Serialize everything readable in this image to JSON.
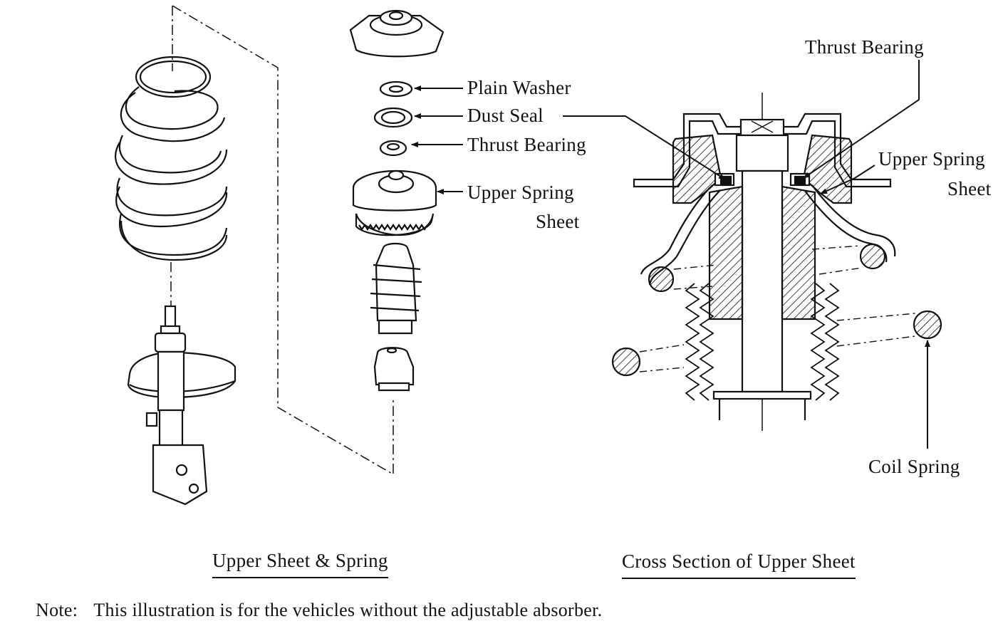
{
  "left_labels": {
    "plain_washer": "Plain Washer",
    "dust_seal": "Dust Seal",
    "thrust_bearing": "Thrust Bearing",
    "upper_spring_line1": "Upper Spring",
    "upper_spring_line2": "Sheet"
  },
  "right_labels": {
    "thrust_bearing": "Thrust Bearing",
    "upper_spring_line1": "Upper Spring",
    "upper_spring_line2": "Sheet",
    "coil_spring": "Coil Spring"
  },
  "captions": {
    "left": "Upper Sheet & Spring",
    "right": "Cross Section of Upper Sheet"
  },
  "note": {
    "prefix": "Note:",
    "text": "This illustration is for the vehicles without the adjustable absorber."
  },
  "colors": {
    "ink": "#111111",
    "paper": "#ffffff"
  }
}
